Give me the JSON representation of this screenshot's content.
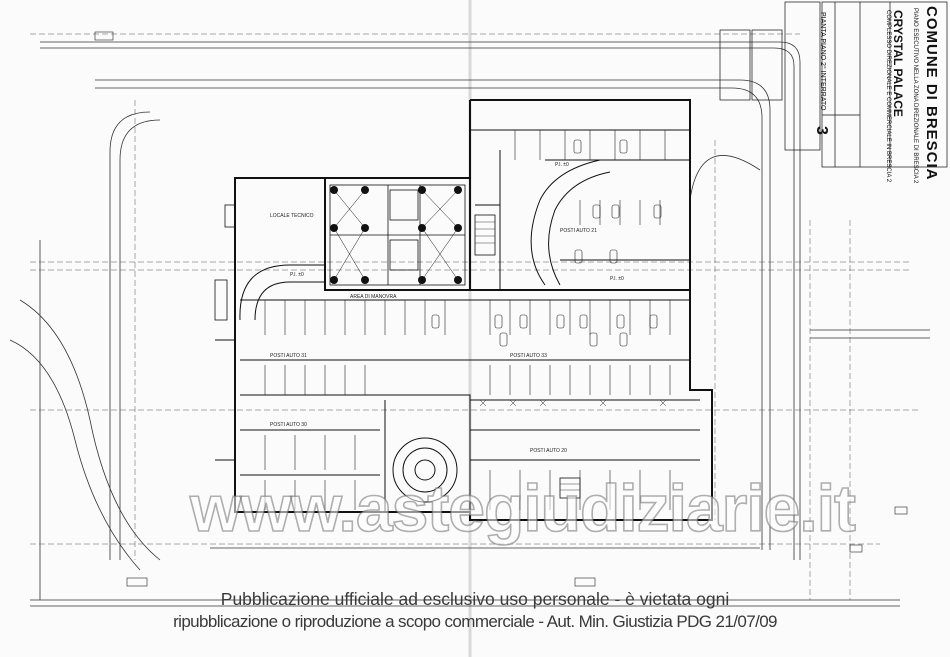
{
  "title_block": {
    "comune": "COMUNE DI BRESCIA",
    "subtitle": "PIANO ESECUTIVO NELLA ZONA DIREZIONALE DI BRESCIA 2",
    "project": "CRYSTAL PALACE",
    "project_desc": "COMPLESSO DIREZIONALE E COMMERCIALE IN BRESCIA 2",
    "sheet_number": "3",
    "sheet_title": "PIANTA PIANO 2° INTERRATO"
  },
  "watermark": "www.astegiudiziarie.it",
  "notice": {
    "line1": "Pubblicazione ufficiale ad esclusivo uso personale - è vietata ogni",
    "line2": "ripubblicazione o riproduzione a scopo commerciale - Aut. Min. Giustizia PDG 21/07/09"
  },
  "colors": {
    "ink": "#1a1a1a",
    "paper": "#fbfbfb",
    "notice": "#3a3a3a"
  }
}
